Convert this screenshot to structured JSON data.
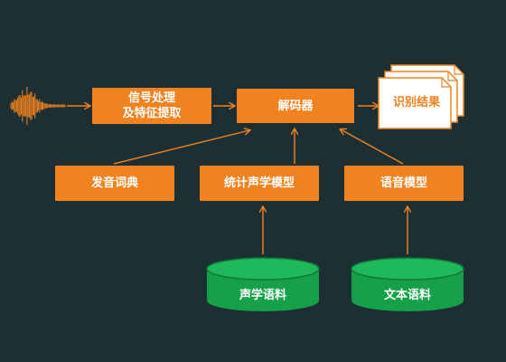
{
  "nodes": {
    "signal_processing": [
      "信号处理",
      "及特征提取"
    ],
    "decoder": "解码器",
    "result": "识别结果",
    "lexicon": "发音词典",
    "acoustic_model": "统计声学模型",
    "language_model": "语音模型",
    "acoustic_corpus": "声学语料",
    "text_corpus": "文本语料"
  },
  "colors": {
    "background": "#1e2f33",
    "box": "#f0821f",
    "arrow": "#f0821f",
    "database": "#16a04a",
    "database_top": "#1fb85a",
    "paper": "#ffffff"
  },
  "icons": {
    "waveform": "audio-waveform-icon",
    "result": "stacked-documents-icon",
    "database": "cylinder-database-icon"
  }
}
